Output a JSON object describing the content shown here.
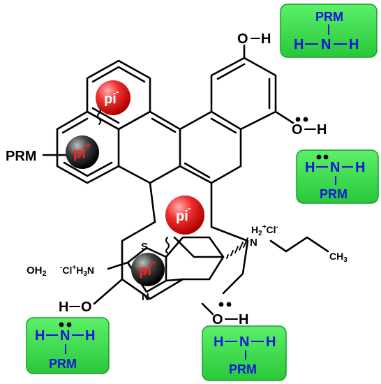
{
  "colors": {
    "box_fill": "#35e04a",
    "box_stroke": "#1a9c2a",
    "amine_text": "#1515d8",
    "pi_neg": "#e81818",
    "pi_pos": "#222222",
    "pi_pos_text": "#ff2020"
  },
  "labels": {
    "prm_left": "PRM",
    "pi_minus_1": "pi",
    "pi_minus_1_sup": "-",
    "pi_plus_1": "pi",
    "pi_plus_1_sup": "+",
    "pi_minus_2": "pi",
    "pi_minus_2_sup": "-",
    "pi_plus_2": "pi",
    "pi_plus_2_sup": "+",
    "oh_top_o": "O",
    "oh_top_h": "H",
    "oh_mid_o": "O",
    "oh_mid_h": "H",
    "oh_left_h": "H",
    "oh_left_o": "O",
    "oh_bottom_o": "O",
    "oh_bottom_h": "H",
    "water": "OH",
    "water_sub": "2",
    "ammonium_left": "Cl",
    "ammonium_left_plus": "+",
    "ammonium_h3": "H",
    "ammonium_sub": "3",
    "ammonium_n": "N",
    "thiazole_s": "S",
    "thiazole_n": "N",
    "amine_h2": "H",
    "amine_sub": "2",
    "amine_plus": "+",
    "amine_n": "N",
    "amine_cl": "Cl",
    "amine_minus": "-",
    "ch3": "CH",
    "ch3_sub": "3"
  },
  "boxes": [
    {
      "top": "PRM",
      "h1": "H",
      "n": "N",
      "h2": "H"
    },
    {
      "h1": "H",
      "n": "N",
      "h2": "H",
      "bottom": "PRM"
    },
    {
      "h1": "H",
      "n": "N",
      "h2": "H",
      "bottom": "PRM"
    },
    {
      "h1": "H",
      "n": "N",
      "h2": "H",
      "bottom": "PRM"
    }
  ]
}
